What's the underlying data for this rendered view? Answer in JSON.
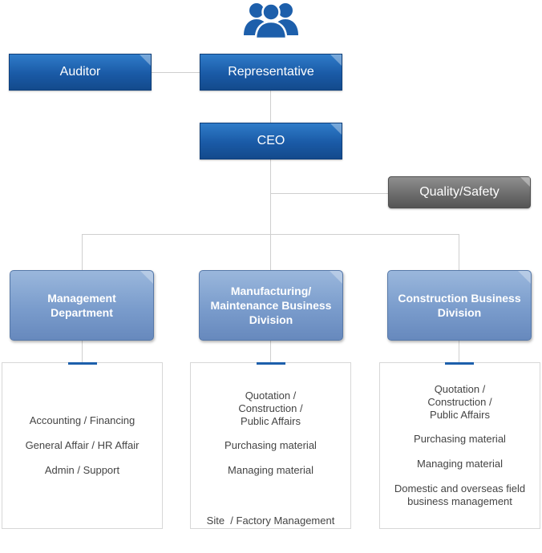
{
  "top_icon": "people-group-icon",
  "colors": {
    "primary_blue": "#1a5aa6",
    "division_blue": "#7a9ccc",
    "gray": "#6d6d6d",
    "connector": "#cfcfcf",
    "text_dark": "#444444"
  },
  "nodes": {
    "auditor": "Auditor",
    "representative": "Representative",
    "ceo": "CEO",
    "quality_safety": "Quality/Safety"
  },
  "divisions": [
    {
      "title_lines": [
        "Management",
        "Department"
      ],
      "items": [
        [
          "Accounting / Financing"
        ],
        [
          "General Affair / HR Affair"
        ],
        [
          "Admin / Support"
        ]
      ]
    },
    {
      "title_lines": [
        "Manufacturing/",
        "Maintenance Business",
        "Division"
      ],
      "items": [
        [
          "Quotation /",
          "Construction /",
          "Public Affairs"
        ],
        [
          "Purchasing material"
        ],
        [
          "Managing material"
        ],
        [
          "Site  / Factory Management"
        ]
      ]
    },
    {
      "title_lines": [
        "Construction Business",
        "Division"
      ],
      "items": [
        [
          "Quotation /",
          "Construction /",
          "Public Affairs"
        ],
        [
          "Purchasing material"
        ],
        [
          "Managing material"
        ],
        [
          "Domestic and overseas field",
          "business management"
        ]
      ]
    }
  ]
}
